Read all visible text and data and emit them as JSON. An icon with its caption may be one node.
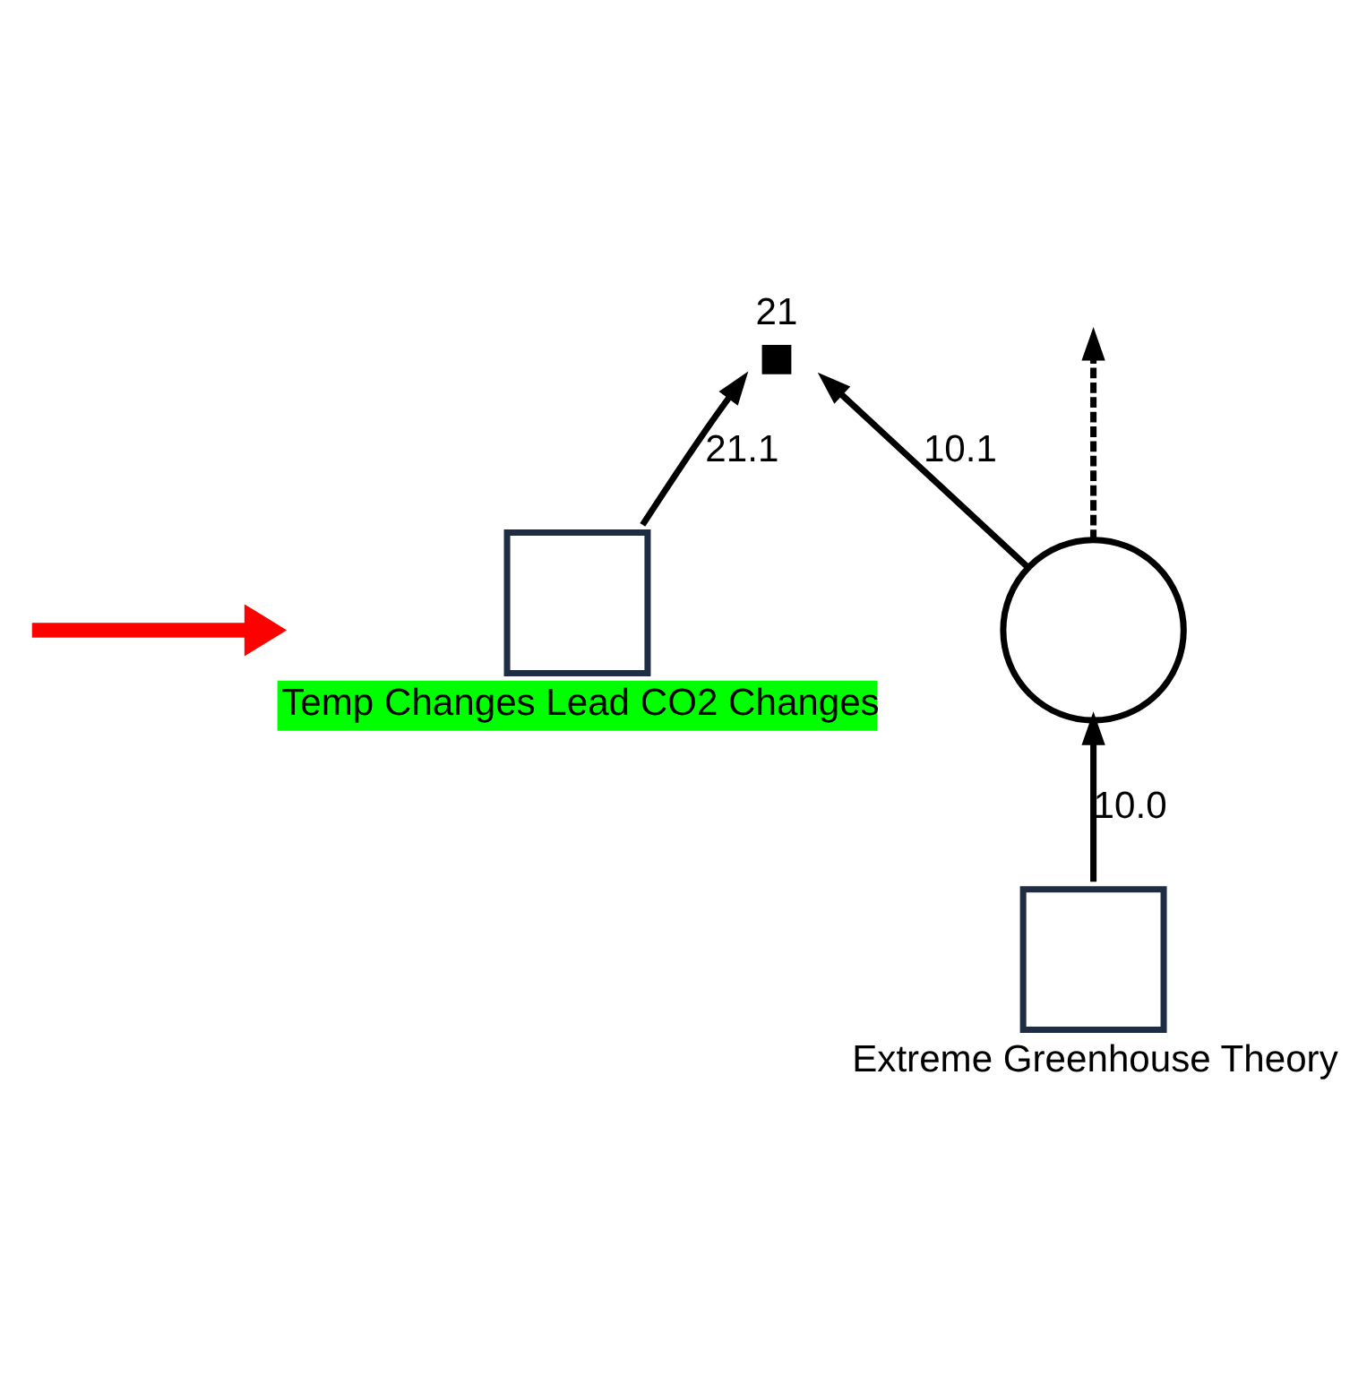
{
  "diagram": {
    "nodes": [
      {
        "text": [
          "Temp Changes Lead CO2 Changes"
        ]
      },
      {
        "text": [],
        "shape": "fork",
        "beside": [
          "21"
        ]
      },
      {
        "text": [],
        "shape": "circle"
      },
      {
        "text": [
          "Extreme Greenhouse Theory"
        ]
      }
    ],
    "edges": [
      {
        "from": null,
        "to": 0,
        "arrow": "to",
        "color": "#ff0000",
        "style": "thick"
      },
      {
        "from": 0,
        "to": 1,
        "arrow": "to",
        "label": "21.1"
      },
      {
        "from": 3,
        "to": 2,
        "arrow": "to",
        "label": "10.0"
      },
      {
        "from": 2,
        "to": 1,
        "arrow": "to",
        "label": "10.1"
      },
      {
        "from": 2,
        "to": null,
        "arrow": "to",
        "style": "dashed"
      }
    ]
  }
}
